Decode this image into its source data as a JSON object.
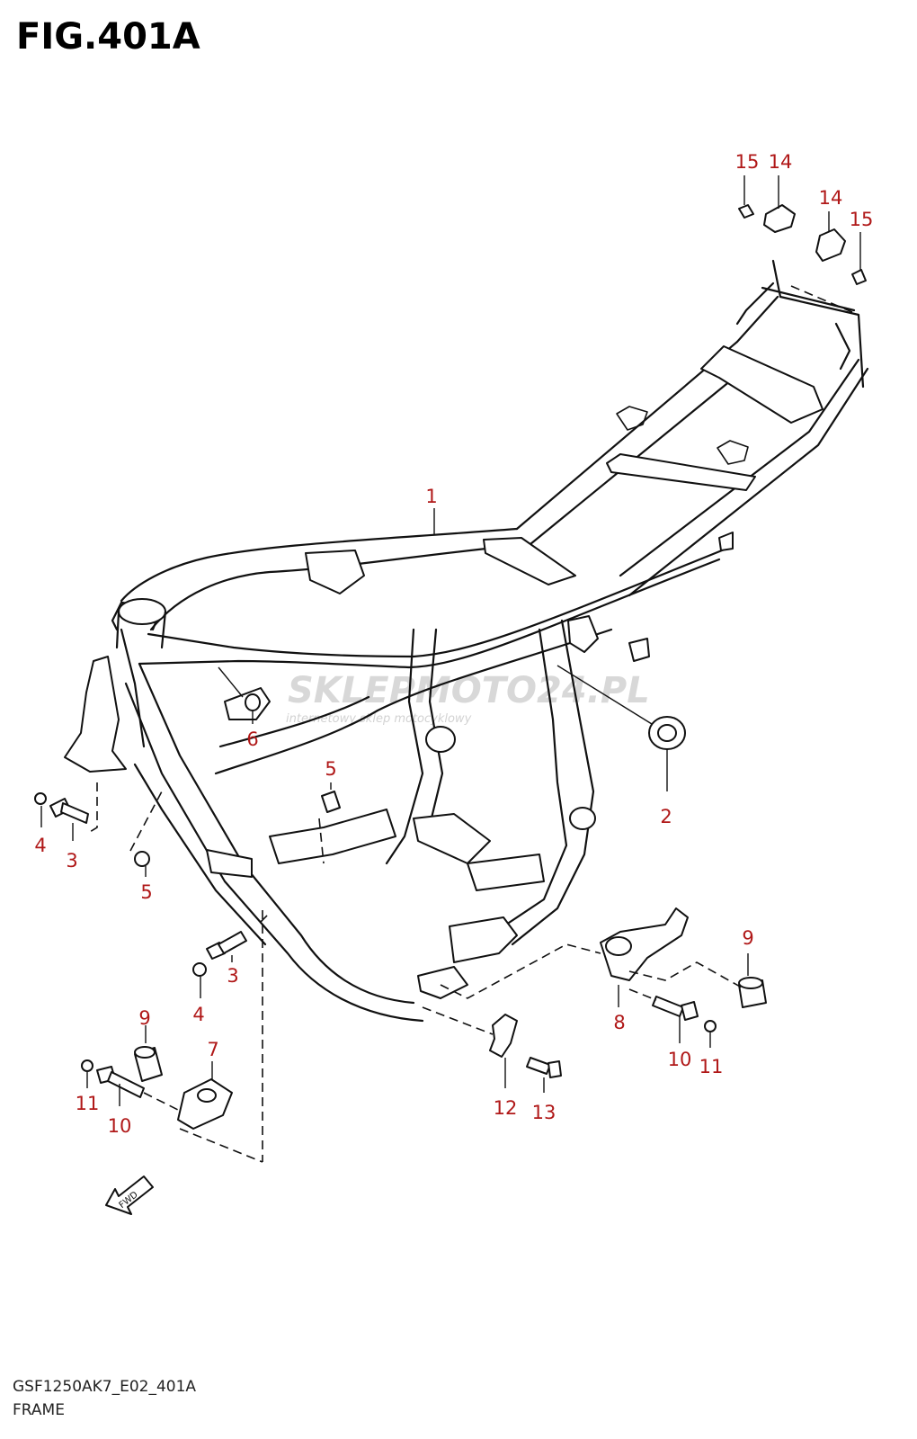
{
  "figure": {
    "title": "FIG.401A",
    "code": "GSF1250AK7_E02_401A",
    "name": "FRAME",
    "fwd_label": "FWD"
  },
  "watermark": {
    "brand": "SKLEPMOTO24.PL",
    "tagline": "internetowy sklep motocyklowy"
  },
  "colors": {
    "callout": "#b01818",
    "line": "#111111"
  },
  "callouts": [
    {
      "label": "1"
    },
    {
      "label": "2"
    },
    {
      "label": "3"
    },
    {
      "label": "3"
    },
    {
      "label": "4"
    },
    {
      "label": "4"
    },
    {
      "label": "5"
    },
    {
      "label": "5"
    },
    {
      "label": "6"
    },
    {
      "label": "7"
    },
    {
      "label": "8"
    },
    {
      "label": "9"
    },
    {
      "label": "9"
    },
    {
      "label": "10"
    },
    {
      "label": "10"
    },
    {
      "label": "11"
    },
    {
      "label": "11"
    },
    {
      "label": "12"
    },
    {
      "label": "13"
    },
    {
      "label": "14"
    },
    {
      "label": "14"
    },
    {
      "label": "15"
    },
    {
      "label": "15"
    }
  ]
}
